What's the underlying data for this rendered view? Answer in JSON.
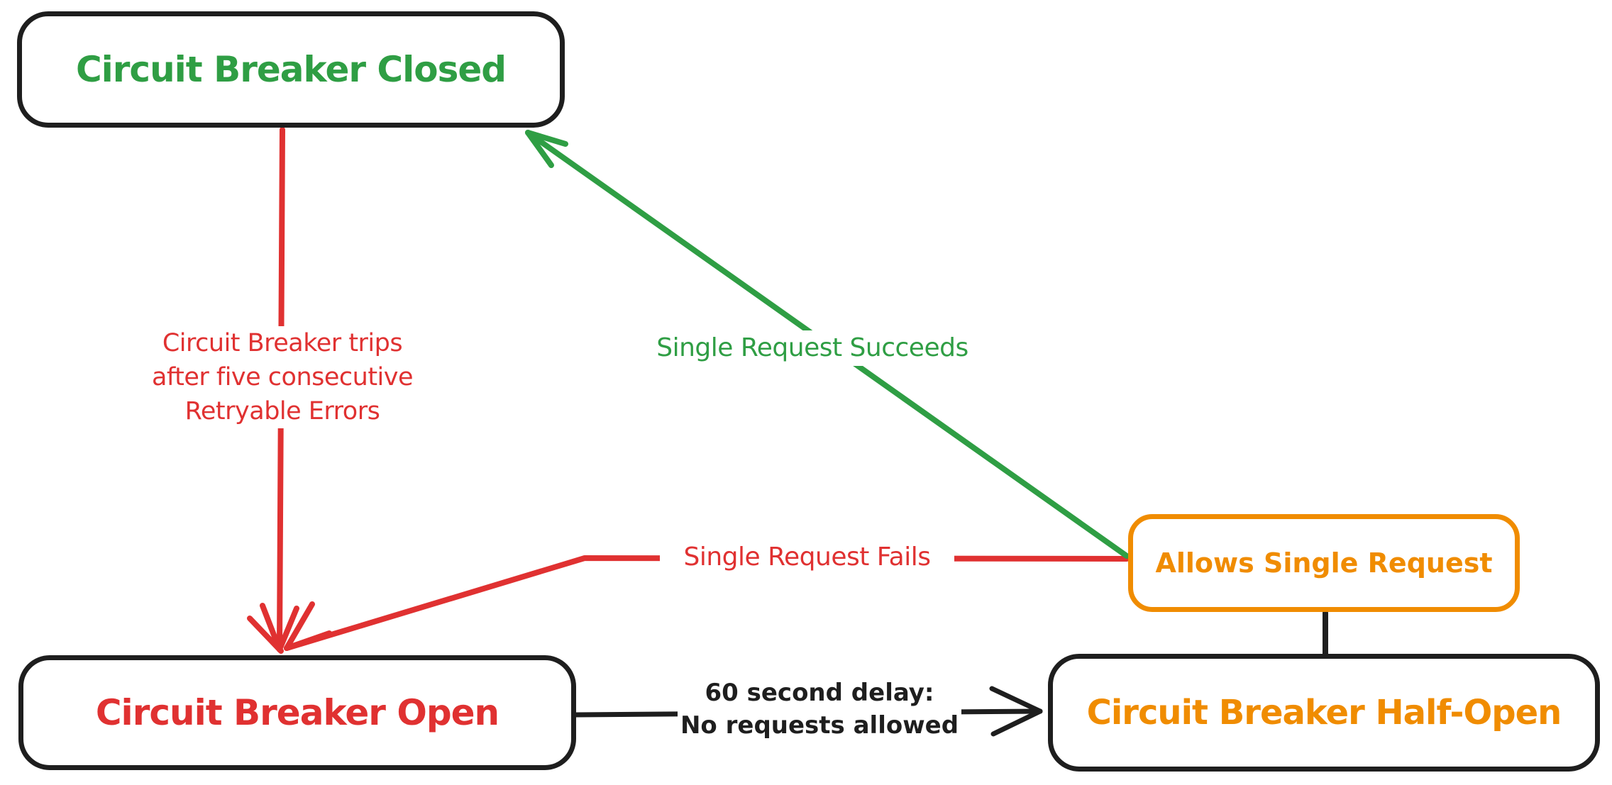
{
  "diagram": {
    "title": "Circuit Breaker state diagram",
    "background": "#ffffff",
    "colors": {
      "node_border": "#1e1e1e",
      "closed_state": "#2f9e44",
      "open_state": "#e03131",
      "half_open_state": "#f08c00",
      "neutral_edge": "#1e1e1e"
    },
    "nodes": {
      "closed": {
        "label": "Circuit Breaker Closed"
      },
      "open": {
        "label": "Circuit Breaker Open"
      },
      "half_open": {
        "label": "Circuit Breaker Half-Open"
      },
      "allows_single_request": {
        "label": "Allows Single Request"
      }
    },
    "edges": {
      "trip": {
        "from": "closed",
        "to": "open",
        "label": "Circuit Breaker trips\nafter five consecutive\nRetryable Errors"
      },
      "succeeds": {
        "from": "allows_single_request",
        "to": "closed",
        "label": "Single Request Succeeds"
      },
      "fails": {
        "from": "allows_single_request",
        "to": "open",
        "label": "Single Request Fails"
      },
      "delay": {
        "from": "open",
        "to": "half_open",
        "label": "60 second delay:\nNo requests allowed"
      },
      "half_open_link": {
        "from": "allows_single_request",
        "to": "half_open",
        "label": ""
      }
    }
  }
}
